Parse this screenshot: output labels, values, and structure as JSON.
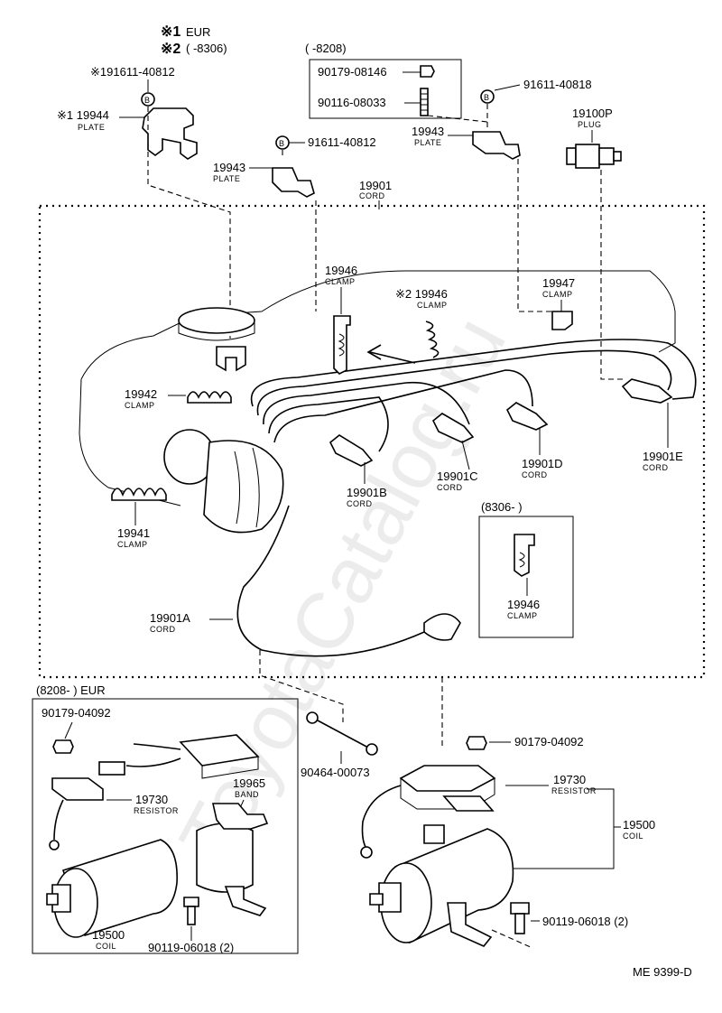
{
  "header": {
    "note1_mark": "※1",
    "note1_text": "EUR",
    "note2_mark": "※2",
    "note2_text": "(        -8306)",
    "note3_text": "(        -8208)"
  },
  "parts": {
    "p1": "※191611-40812",
    "p2": "※1 19944",
    "p2s": "PLATE",
    "p3": "90179-08146",
    "p4": "90116-08033",
    "p5": "91611-40818",
    "p6": "19100P",
    "p6s": "PLUG",
    "p7": "19943",
    "p7s": "PLATE",
    "p8": "91611-40812",
    "p9": "19943",
    "p9s": "PLATE",
    "p10": "19901",
    "p10s": "CORD",
    "p11": "19946",
    "p11s": "CLAMP",
    "p12": "※2 19946",
    "p12s": "CLAMP",
    "p13": "19947",
    "p13s": "CLAMP",
    "p14": "19942",
    "p14s": "CLAMP",
    "p15": "19941",
    "p15s": "CLAMP",
    "p16": "19901B",
    "p16s": "CORD",
    "p17": "19901C",
    "p17s": "CORD",
    "p18": "19901D",
    "p18s": "CORD",
    "p19": "19901E",
    "p19s": "CORD",
    "p20": "(8306-        )",
    "p21": "19946",
    "p21s": "CLAMP",
    "p22": "19901A",
    "p22s": "CORD",
    "p23": "(8208-        ) EUR",
    "p24": "90179-04092",
    "p25": "19965",
    "p25s": "BAND",
    "p26": "19730",
    "p26s": "RESISTOR",
    "p27": "19500",
    "p27s": "COIL",
    "p28": "90119-06018 (2)",
    "p29": "90464-00073",
    "p30": "90179-04092",
    "p31": "19730",
    "p31s": "RESISTOR",
    "p32": "19500",
    "p32s": "COIL",
    "p33": "90119-06018 (2)"
  },
  "footer": {
    "code": "ME 9399-D"
  },
  "watermark": "ToyotaCatalog.ru",
  "bolt_symbol": "B"
}
